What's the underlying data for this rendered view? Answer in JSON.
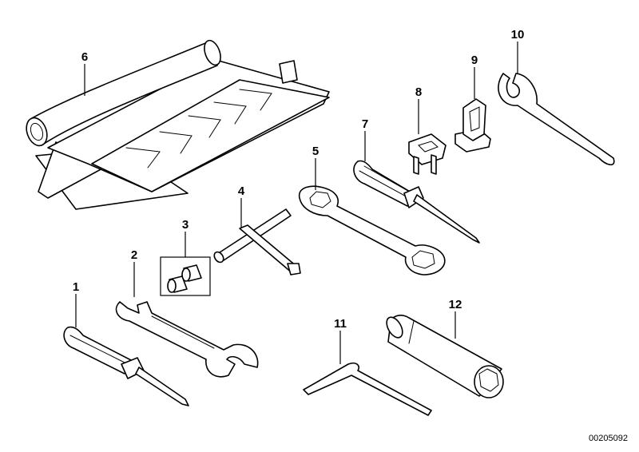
{
  "diagram": {
    "callouts": [
      {
        "id": "1",
        "text": "1"
      },
      {
        "id": "2",
        "text": "2"
      },
      {
        "id": "3",
        "text": "3"
      },
      {
        "id": "4",
        "text": "4"
      },
      {
        "id": "5",
        "text": "5"
      },
      {
        "id": "6",
        "text": "6"
      },
      {
        "id": "7",
        "text": "7"
      },
      {
        "id": "8",
        "text": "8"
      },
      {
        "id": "9",
        "text": "9"
      },
      {
        "id": "10",
        "text": "10"
      },
      {
        "id": "11",
        "text": "11"
      },
      {
        "id": "12",
        "text": "12"
      }
    ],
    "document_number": "00205092"
  }
}
